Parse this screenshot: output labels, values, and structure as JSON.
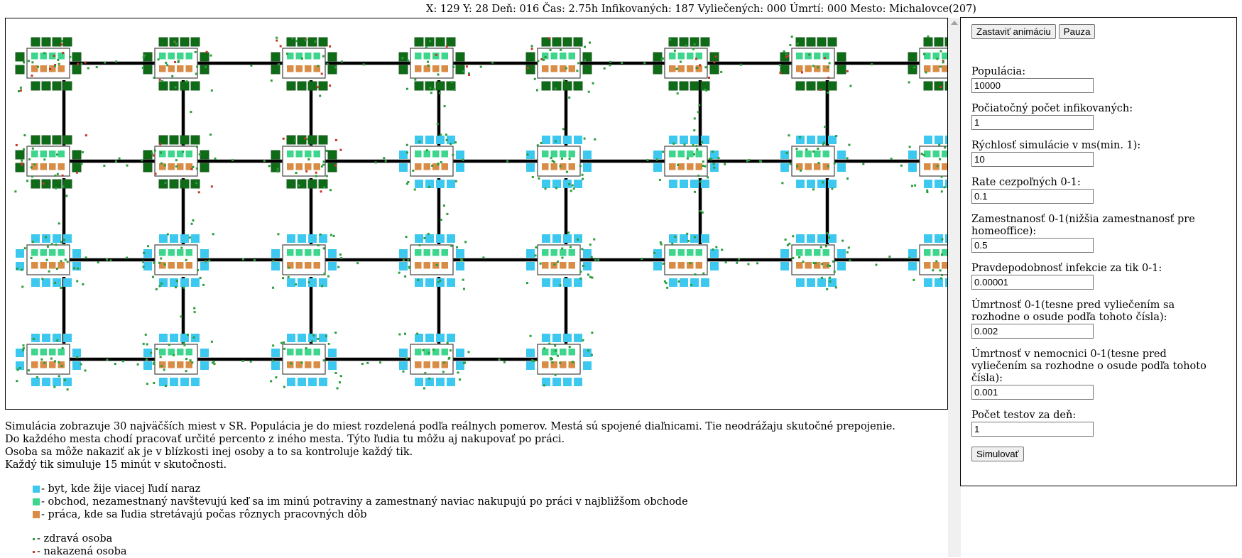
{
  "status": {
    "x_label": "X:",
    "x": "129",
    "y_label": "Y:",
    "y": "28",
    "day_label": "Deň:",
    "day": "016",
    "time_label": "Čas:",
    "time": "2.75h",
    "infected_label": "Infikovaných:",
    "infected": "187",
    "recovered_label": "Vyliečených:",
    "recovered": "000",
    "deaths_label": "Úmrtí:",
    "deaths": "000",
    "city_label": "Mesto:",
    "city": "Michalovce(207)"
  },
  "controls": {
    "stop_animation": "Zastaviť animáciu",
    "pause": "Pauza",
    "simulate": "Simulovať"
  },
  "fields": [
    {
      "label": "Populácia:",
      "value": "10000"
    },
    {
      "label": "Počiatočný počet infikovaných:",
      "value": "1"
    },
    {
      "label": "Rýchlosť simulácie v ms(min. 1):",
      "value": "10"
    },
    {
      "label": "Rate cezpoľných 0-1:",
      "value": "0.1"
    },
    {
      "label": "Zamestnanosť 0-1(nižšia zamestnanosť pre homeoffice):",
      "value": "0.5"
    },
    {
      "label": "Pravdepodobnosť infekcie za tik 0-1:",
      "value": "0.00001"
    },
    {
      "label": "Úmrtnosť 0-1(tesne pred vyliečením sa rozhodne o osude podľa tohoto čísla):",
      "value": "0.002"
    },
    {
      "label": "Úmrtnosť v nemocnici 0-1(tesne pred vyliečením sa rozhodne o osude podľa tohoto čísla):",
      "value": "0.001"
    },
    {
      "label": "Počet testov za deň:",
      "value": "1"
    }
  ],
  "description": [
    "Simulácia zobrazuje 30 najväčších miest v SR. Populácia je do miest rozdelená podľa reálnych pomerov. Mestá sú spojené diaľnicami. Tie neodrážaju skutočné prepojenie.",
    "Do každého mesta chodí pracovať určité percento z iného mesta. Týto ľudia tu môžu aj nakupovať po práci.",
    "Osoba sa môže nakaziť ak je v blízkosti inej osoby a to sa kontroluje každý tik.",
    "Každý tik simuluje 15 minút v skutočnosti."
  ],
  "legend": [
    {
      "color": "#3dc9ef",
      "text": "- byt, kde žije viacej ľudí naraz",
      "icon": "apartment-square"
    },
    {
      "color": "#3dd68c",
      "text": "- obchod, nezamestnaný navštevujú keď sa im minú potraviny a zamestnaný naviac nakupujú po práci v najbližšom obchode",
      "icon": "shop-square"
    },
    {
      "color": "#d98c45",
      "text": "- práca, kde sa ľudia stretávajú počas rôznych pracovných dôb",
      "icon": "work-square"
    }
  ],
  "dot_legend": [
    {
      "color": "#2a9d3a",
      "text": "- zdravá osoba"
    },
    {
      "color": "#c0392b",
      "text": "- nakazená osoba"
    }
  ],
  "colors": {
    "apartment": "#3dc9ef",
    "shop": "#3dd68c",
    "work": "#d98c45",
    "healthy": "#2a9d3a",
    "infected": "#c0392b",
    "infected_dense": "#0e6b16",
    "road": "#000000"
  }
}
